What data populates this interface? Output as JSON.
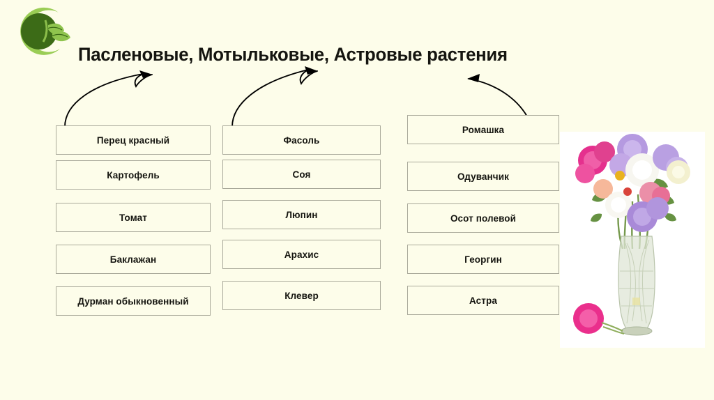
{
  "slide": {
    "background_color": "#fdfdea",
    "title": "Пасленовые, Мотыльковые, Астровые растения",
    "logo": {
      "name": "leaf-circle-logo",
      "dark_green": "#3c6b17",
      "light_green": "#9acd55"
    }
  },
  "columns": [
    {
      "id": "solanaceae",
      "arrow_target_word": "Пасленовые",
      "items": [
        {
          "label": "Перец красный"
        },
        {
          "label": "Картофель"
        },
        {
          "label": "Томат"
        },
        {
          "label": "Баклажан"
        },
        {
          "label": "Дурман обыкновенный"
        }
      ]
    },
    {
      "id": "fabaceae",
      "arrow_target_word": "Мотыльковые",
      "items": [
        {
          "label": "Фасоль"
        },
        {
          "label": "Соя"
        },
        {
          "label": "Люпин"
        },
        {
          "label": "Арахис"
        },
        {
          "label": "Клевер"
        }
      ]
    },
    {
      "id": "asteraceae",
      "arrow_target_word": "Астровые",
      "items": [
        {
          "label": "Ромашка"
        },
        {
          "label": "Одуванчик"
        },
        {
          "label": "Осот полевой"
        },
        {
          "label": "Георгин"
        },
        {
          "label": "Астра"
        }
      ]
    }
  ],
  "photo": {
    "name": "aster-bouquet-in-vase-photo",
    "description": "Букет астр в стеклянной вазе",
    "background_color": "#ffffff"
  },
  "box_style": {
    "border_color": "#a9a99a",
    "fill_color": "#fdfdea",
    "text_color": "#151510"
  }
}
